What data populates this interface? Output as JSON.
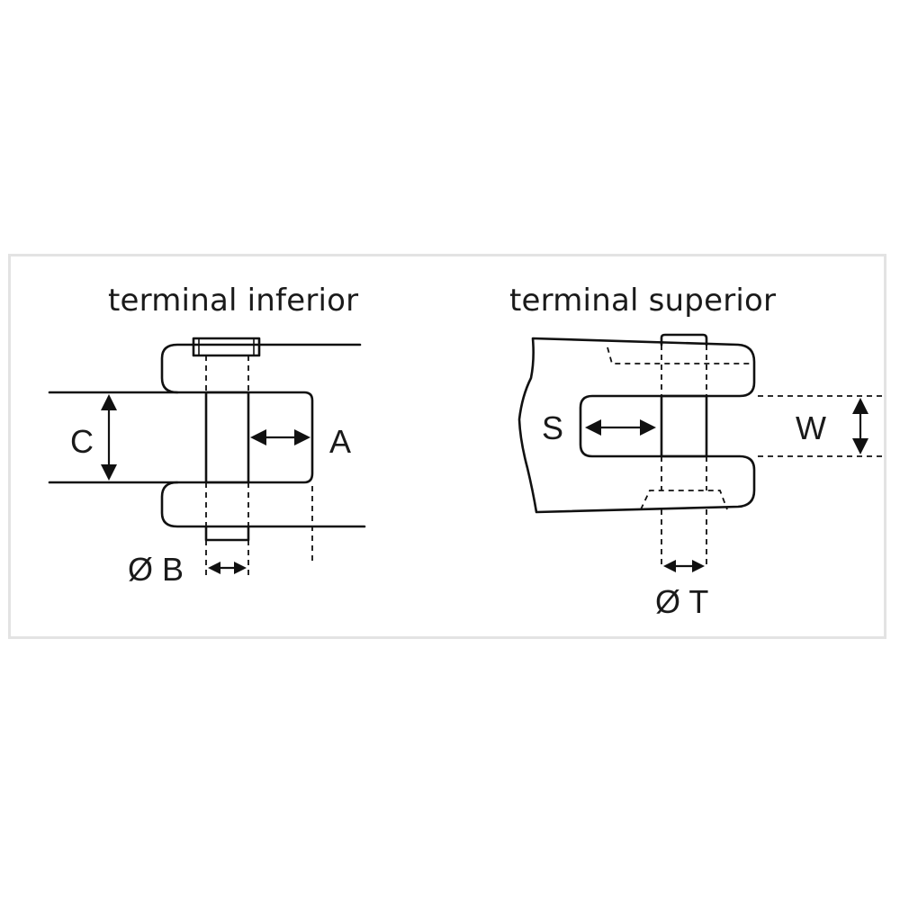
{
  "left_panel": {
    "title": "terminal inferior",
    "labels": {
      "c": "C",
      "a": "A",
      "b": "Ø B"
    }
  },
  "right_panel": {
    "title": "terminal superior",
    "labels": {
      "s": "S",
      "w": "W",
      "t": "Ø T"
    }
  }
}
